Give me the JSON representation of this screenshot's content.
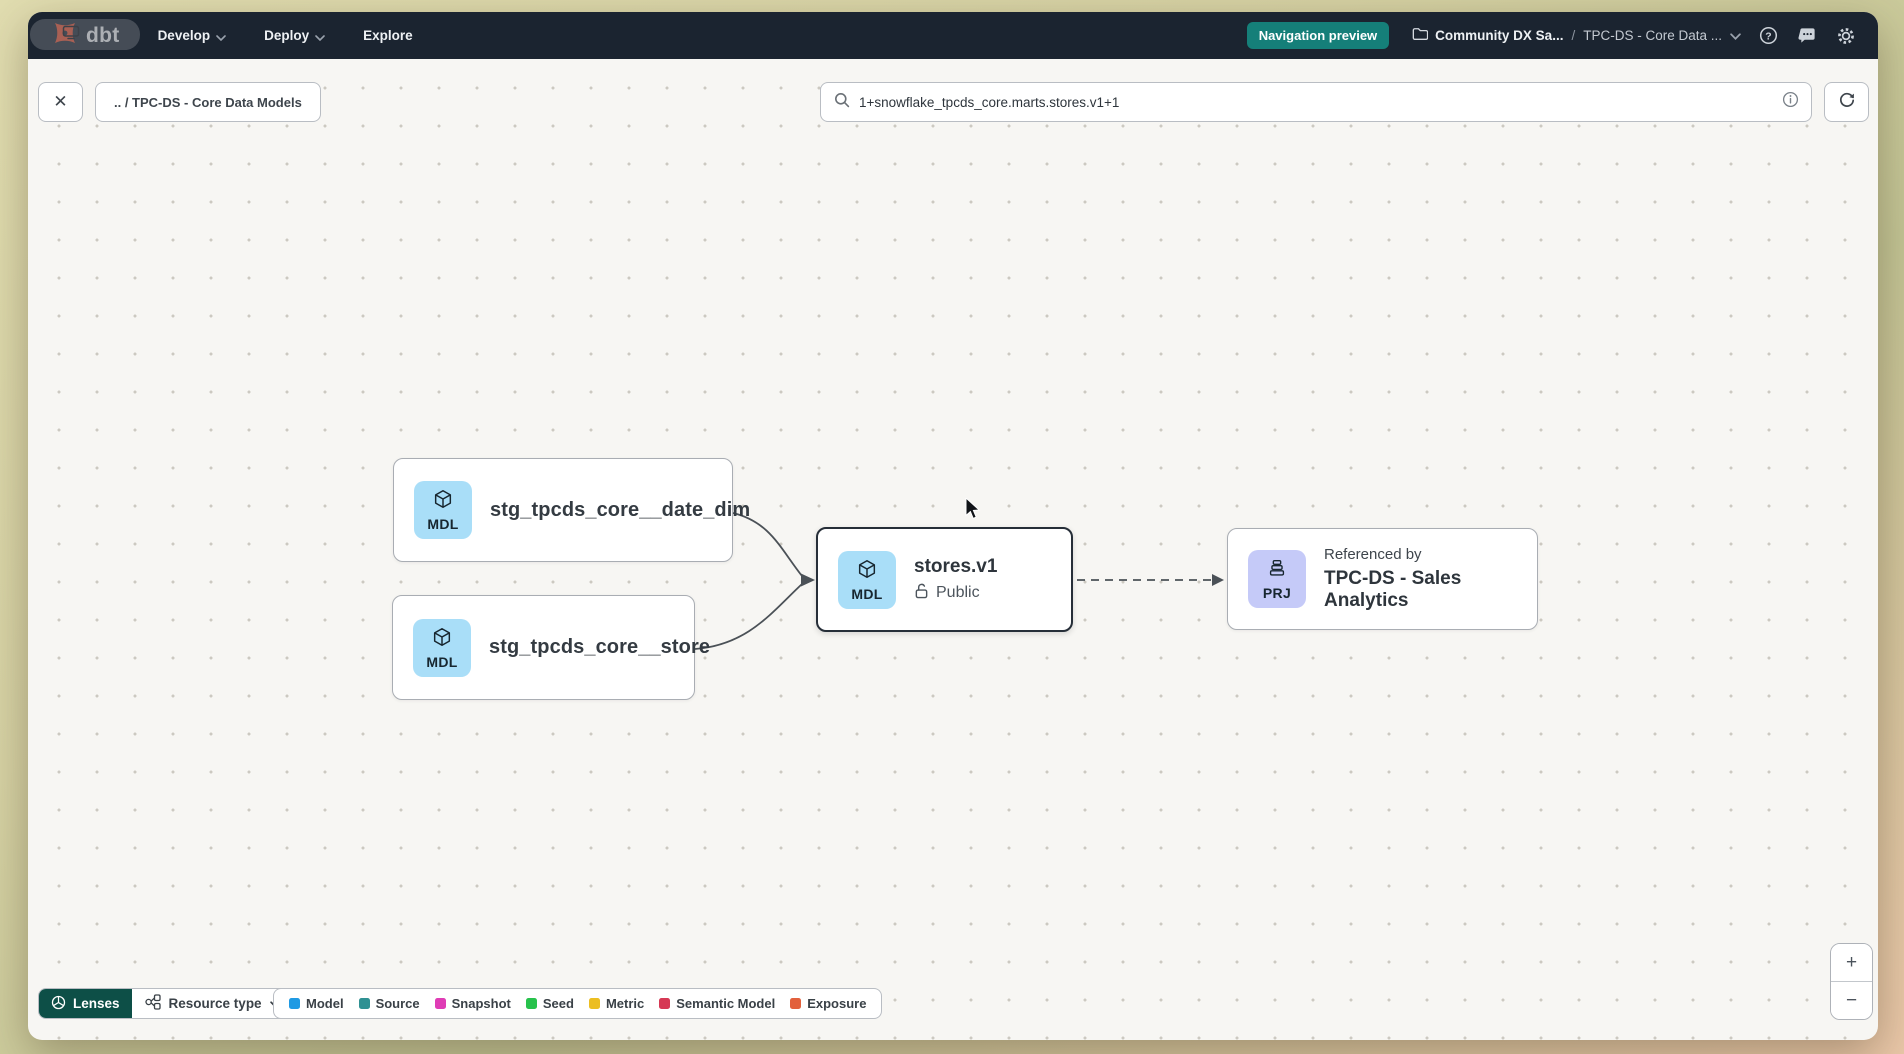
{
  "navbar": {
    "brand": "dbt",
    "menu_develop": "Develop",
    "menu_deploy": "Deploy",
    "menu_explore": "Explore",
    "preview_badge": "Navigation preview",
    "account": "Community DX Sa...",
    "separator": "/",
    "project": "TPC-DS - Core Data ..."
  },
  "toolbar": {
    "close": "✕",
    "path_chip": ".. / TPC-DS - Core Data Models",
    "search_value": "1+snowflake_tpcds_core.marts.stores.v1+1"
  },
  "graph": {
    "nodes": [
      {
        "badge": "MDL",
        "label": "stg_tpcds_core__date_dim"
      },
      {
        "badge": "MDL",
        "label": "stg_tpcds_core__store"
      },
      {
        "badge": "MDL",
        "label": "stores.v1",
        "access": "Public"
      },
      {
        "badge": "PRJ",
        "sublabel": "Referenced by",
        "label": "TPC-DS - Sales Analytics"
      }
    ]
  },
  "footer": {
    "lenses": "Lenses",
    "resource_type": "Resource type",
    "legend": [
      {
        "label": "Model",
        "color": "#1f9ae3"
      },
      {
        "label": "Source",
        "color": "#2f9193"
      },
      {
        "label": "Snapshot",
        "color": "#df3cb5"
      },
      {
        "label": "Seed",
        "color": "#27c24c"
      },
      {
        "label": "Metric",
        "color": "#ecbe21"
      },
      {
        "label": "Semantic Model",
        "color": "#d63854"
      },
      {
        "label": "Exposure",
        "color": "#e2603c"
      }
    ],
    "zoom_in": "+",
    "zoom_out": "−"
  },
  "colors": {
    "brand_orange": "#f9502c",
    "accent_teal": "#157f79",
    "model_badge_bg": "#a9def8",
    "project_badge_bg": "#c5caf8"
  }
}
